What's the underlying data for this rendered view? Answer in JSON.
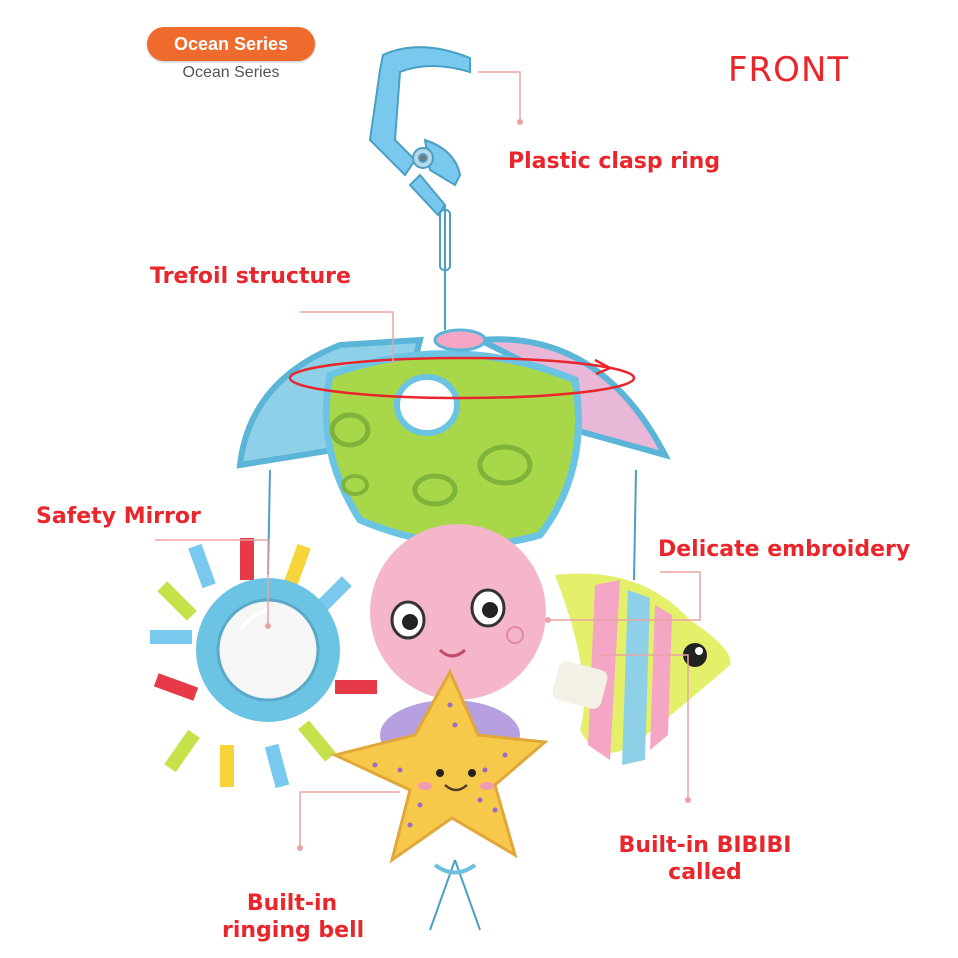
{
  "header": {
    "series_badge": "Ocean Series",
    "series_subtitle": "Ocean Series",
    "view_label": "FRONT"
  },
  "callouts": {
    "clasp": "Plastic clasp ring",
    "trefoil": "Trefoil structure",
    "mirror": "Safety Mirror",
    "embroidery": "Delicate embroidery",
    "bibibi_line1": "Built-in BIBIBI",
    "bibibi_line2": "called",
    "bell_line1": "Built-in",
    "bell_line2": "ringing bell"
  },
  "colors": {
    "label_red": "#e8262b",
    "badge_orange": "#ef6a2d",
    "toy_blue": "#6cc4e4",
    "canopy_green": "#a8d84a",
    "octopus_pink": "#f4b6c8",
    "star_yellow": "#f6c94a"
  }
}
